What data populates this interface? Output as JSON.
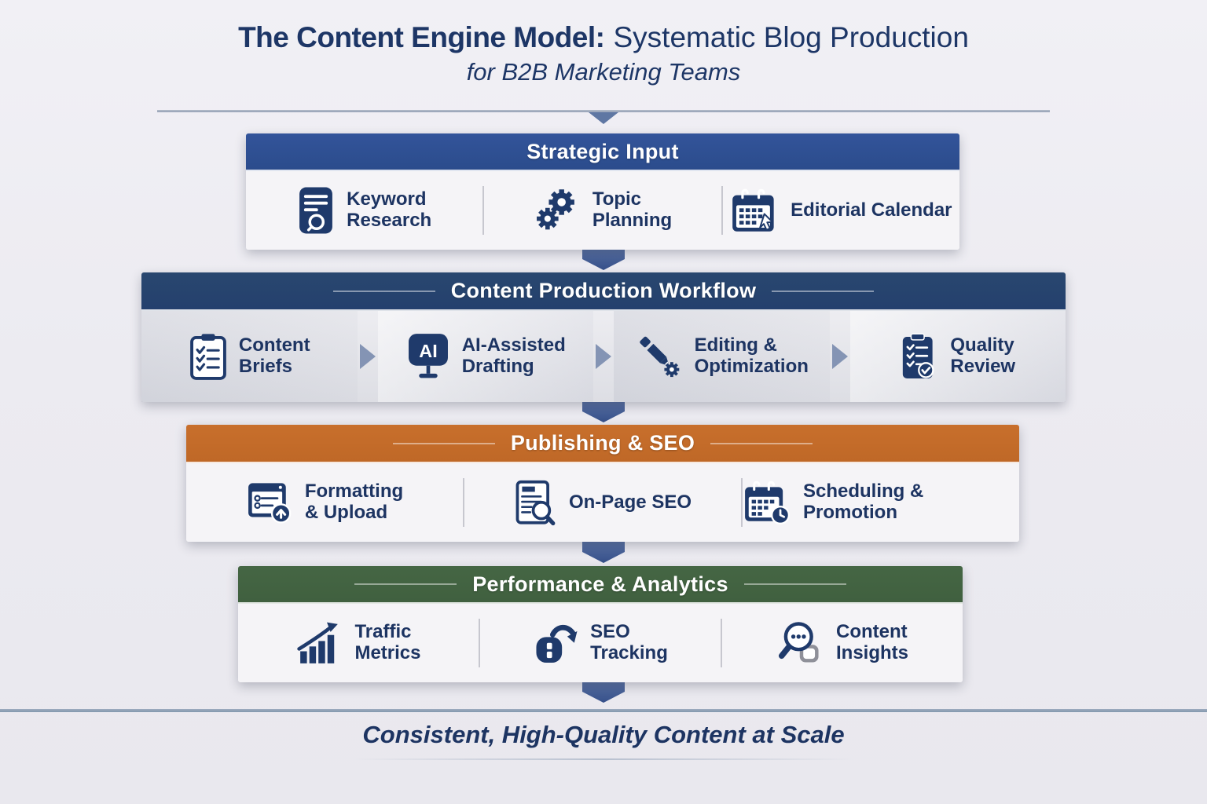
{
  "title": {
    "bold": "The Content Engine Model:",
    "rest": "Systematic Blog Production",
    "line2": "for B2B Marketing Teams"
  },
  "sections": [
    {
      "label": "Strategic Input",
      "header_color": "#2b4c8c",
      "items": [
        {
          "icon": "keyword-research-icon",
          "label": "Keyword\nResearch"
        },
        {
          "icon": "topic-planning-icon",
          "label": "Topic\nPlanning"
        },
        {
          "icon": "editorial-calendar-icon",
          "label": "Editorial Calendar"
        }
      ]
    },
    {
      "label": "Content Production Workflow",
      "header_color": "#24406e",
      "items": [
        {
          "icon": "content-briefs-icon",
          "label": "Content\nBriefs"
        },
        {
          "icon": "ai-drafting-icon",
          "icon_text": "AI",
          "label": "AI-Assisted\nDrafting"
        },
        {
          "icon": "editing-optimization-icon",
          "label": "Editing &\nOptimization"
        },
        {
          "icon": "quality-review-icon",
          "label": "Quality\nReview"
        }
      ]
    },
    {
      "label": "Publishing & SEO",
      "header_color": "#bf6827",
      "items": [
        {
          "icon": "formatting-upload-icon",
          "label": "Formatting\n& Upload"
        },
        {
          "icon": "onpage-seo-icon",
          "label": "On-Page SEO"
        },
        {
          "icon": "scheduling-promotion-icon",
          "label": "Scheduling & Promotion"
        }
      ]
    },
    {
      "label": "Performance & Analytics",
      "header_color": "#40603f",
      "items": [
        {
          "icon": "traffic-metrics-icon",
          "label": "Traffic\nMetrics"
        },
        {
          "icon": "seo-tracking-icon",
          "label": "SEO\nTracking"
        },
        {
          "icon": "content-insights-icon",
          "label": "Content\nInsights"
        }
      ]
    }
  ],
  "footer": {
    "text": "Consistent, High-Quality Content at Scale"
  },
  "colors": {
    "navy_text": "#1d3666",
    "icon_navy": "#1f3a6b",
    "header_blue": "#2b4c8c",
    "header_navy": "#24406e",
    "header_orange": "#bf6827",
    "header_green": "#40603f",
    "connector_blue": "#44598c",
    "panel_body": "#f5f4f7"
  }
}
